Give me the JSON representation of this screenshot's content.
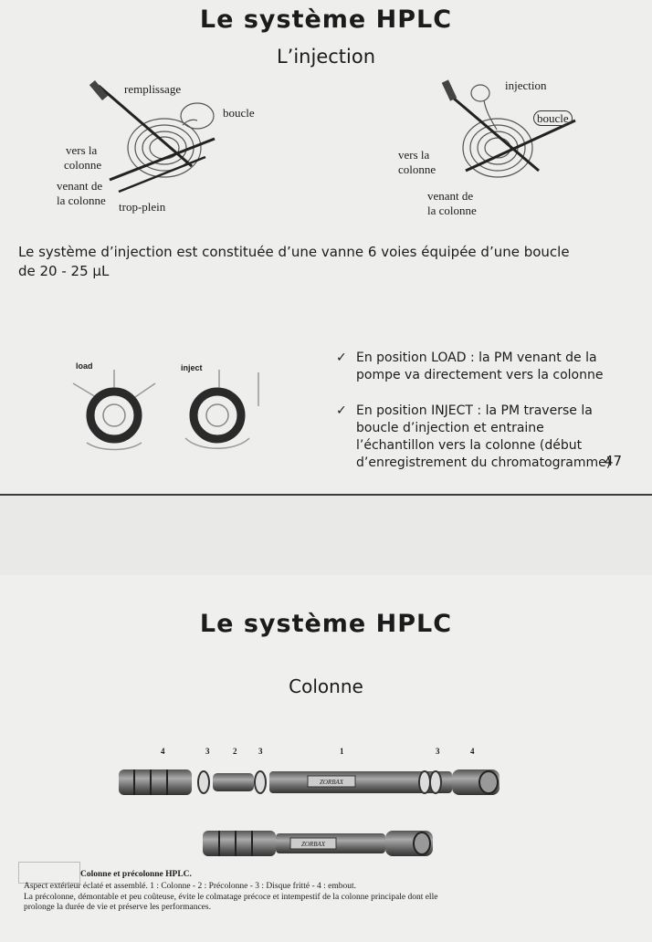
{
  "slide1": {
    "title": "Le système HPLC",
    "subtitle": "L’injection",
    "diagram_left": {
      "remplissage": "remplissage",
      "boucle": "boucle",
      "vers_la": "vers la",
      "colonne": "colonne",
      "venant_de": "venant de",
      "la_colonne": "la colonne",
      "trop_plein": "trop-plein"
    },
    "diagram_right": {
      "injection": "injection",
      "boucle": "boucle",
      "vers_la": "vers la",
      "colonne": "colonne",
      "venant_de": "venant de",
      "la_colonne": "la colonne"
    },
    "paragraph_line1": "Le système d’injection est constituée d’une vanne 6 voies équipée d’une boucle",
    "paragraph_line2": "de 20 - 25 µL",
    "valve_load_label": "load",
    "valve_inject_label": "inject",
    "bullet1_line1": "En position LOAD : la PM venant de la",
    "bullet1_line2": "pompe va directement vers la colonne",
    "bullet2_line1": "En position INJECT : la PM traverse la",
    "bullet2_line2": "boucle d’injection et entraine",
    "bullet2_line3": "l’échantillon vers la colonne (début",
    "bullet2_line4": "d’enregistrement du chromatogramme)",
    "check_mark": "✓",
    "page_number": "47"
  },
  "slide2": {
    "title": "Le système HPLC",
    "subtitle": "Colonne",
    "labels_top": [
      "4",
      "3",
      "2",
      "3",
      "1",
      "3",
      "4"
    ],
    "zorbax": "ZORBAX",
    "caption_title": "Colonne et précolonne HPLC.",
    "caption_line1": "Aspect extérieur éclaté et assemblé. 1 : Colonne - 2 : Précolonne - 3 : Disque fritté - 4 : embout.",
    "caption_line2": "La précolonne, démontable et peu coûteuse, évite le colmatage précoce et intempestif de la colonne principale dont elle",
    "caption_line3": "prolonge la durée de vie et préserve les performances."
  }
}
